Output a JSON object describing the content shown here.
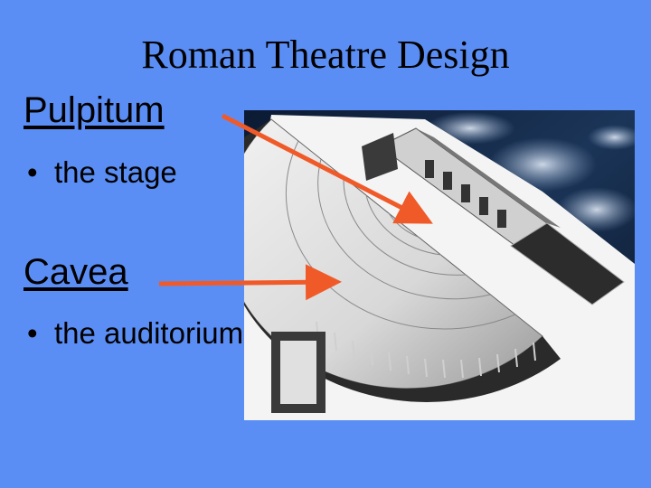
{
  "slide": {
    "title": "Roman Theatre Design",
    "sections": [
      {
        "heading": "Pulpitum",
        "bullet": "the stage"
      },
      {
        "heading": "Cavea",
        "bullet": "the auditorium"
      }
    ]
  },
  "colors": {
    "background": "#5b8ef5",
    "arrow": "#f05a28",
    "text": "#000000"
  }
}
